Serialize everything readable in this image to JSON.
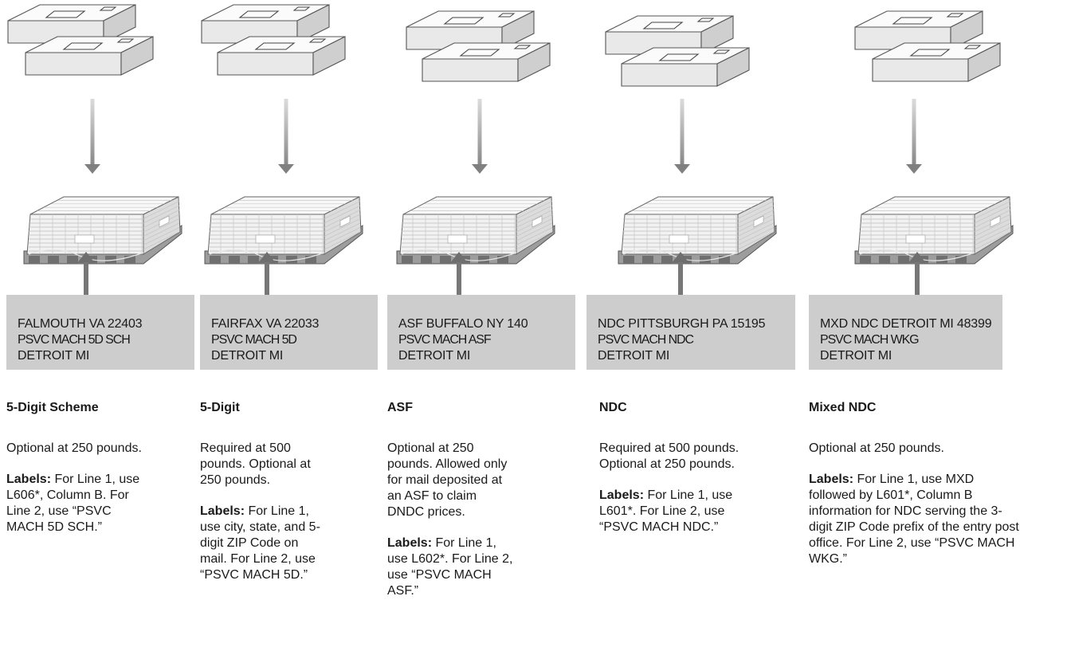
{
  "columns": [
    {
      "label_lines": [
        "FALMOUTH VA 22403",
        "PSVC MACH 5D SCH",
        "DETROIT MI"
      ],
      "heading": "5-Digit Scheme",
      "requirement": "Optional at 250 pounds.",
      "labels_title": "Labels:",
      "labels_text": "For Line 1, use L606*, Column B. For Line 2, use “PSVC MACH 5D SCH.”"
    },
    {
      "label_lines": [
        "FAIRFAX VA 22033",
        "PSVC MACH 5D",
        "DETROIT MI"
      ],
      "heading": "5-Digit",
      "requirement": "Required at 500 pounds. Optional at 250 pounds.",
      "labels_title": "Labels:",
      "labels_text": "For Line 1, use city, state, and 5-digit ZIP Code on mail. For Line 2, use “PSVC MACH 5D.”"
    },
    {
      "label_lines": [
        "ASF BUFFALO NY 140",
        "PSVC MACH ASF",
        "DETROIT MI"
      ],
      "heading": "ASF",
      "requirement": "Optional at 250 pounds. Allowed only for mail deposited at an ASF to claim DNDC prices.",
      "labels_title": "Labels:",
      "labels_text": "For Line 1, use L602*. For Line 2, use “PSVC MACH ASF.”"
    },
    {
      "label_lines": [
        "NDC PITTSBURGH PA 15195",
        "PSVC MACH NDC",
        "DETROIT MI"
      ],
      "heading": "NDC",
      "requirement": "Required at 500 pounds. Optional at 250 pounds.",
      "labels_title": "Labels:",
      "labels_text": "For Line 1, use L601*. For Line 2, use “PSVC MACH NDC.”"
    },
    {
      "label_lines": [
        "MXD NDC DETROIT MI 48399",
        "PSVC MACH  WKG",
        "DETROIT MI"
      ],
      "heading": "Mixed NDC",
      "requirement": "Optional at 250 pounds.",
      "labels_title": "Labels:",
      "labels_text": "For Line 1, use MXD followed by L601*, Column B information for NDC serving the 3-digit ZIP Code prefix of the entry post office. For Line 2, use “PSVC MACH WKG.”"
    }
  ]
}
